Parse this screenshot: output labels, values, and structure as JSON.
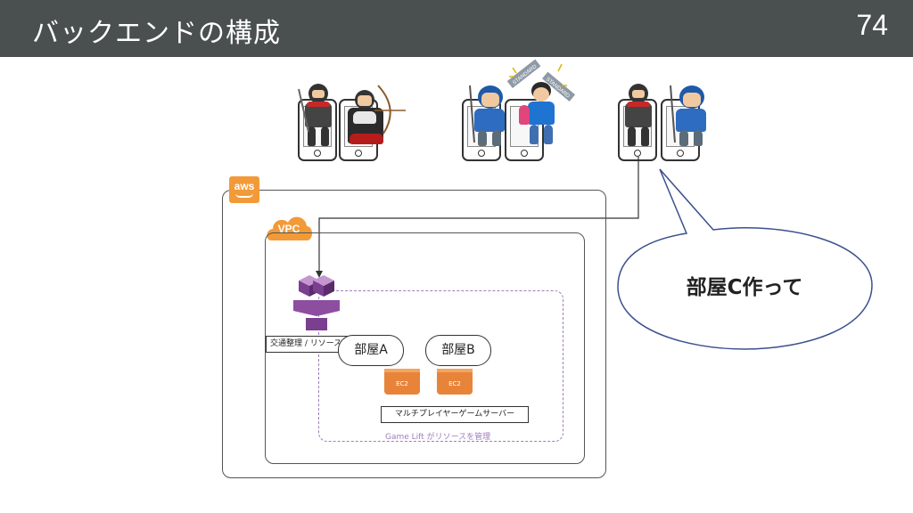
{
  "header": {
    "title": "バックエンドの構成",
    "page_number": "74"
  },
  "aws": {
    "logo_text": "aws",
    "vpc_text": "VPC",
    "traffic_label": "交通整理 / リソース",
    "gamelift_label": "Game Lift がリソースを管理",
    "multiplayer_label": "マルチプレイヤーゲームサーバー"
  },
  "rooms": [
    {
      "label": "部屋A",
      "server": "EC2"
    },
    {
      "label": "部屋B",
      "server": "EC2"
    }
  ],
  "speech_bubble": {
    "text": "部屋C作って"
  },
  "banners": {
    "left": "STANDARD",
    "right": "STANDARD"
  },
  "colors": {
    "header_bg": "#4a4f4f",
    "aws_orange": "#f29a38",
    "ec2_orange": "#e8843a",
    "gamelift_purple": "#7b3f8f",
    "dashed_purple": "#9d7fb8",
    "bubble_fill": "#ffffff",
    "bubble_stroke": "#3d4f8f"
  }
}
